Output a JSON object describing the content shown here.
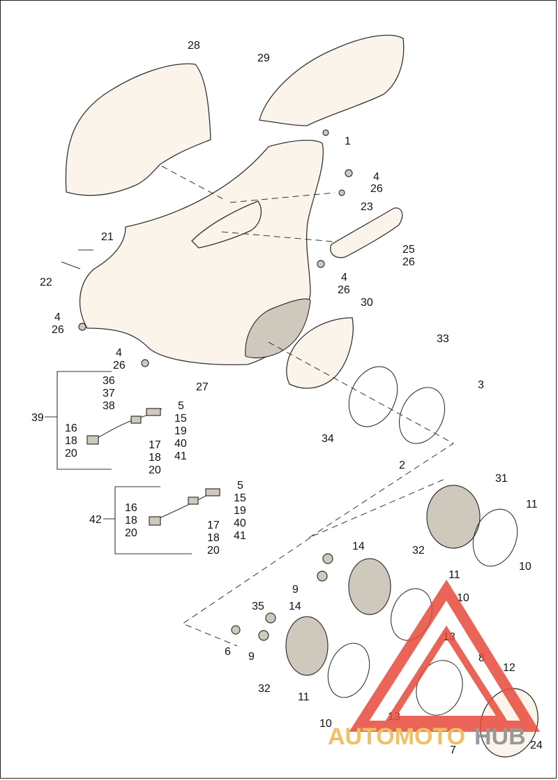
{
  "diagram": {
    "callouts": [
      {
        "id": "c28",
        "text": "28"
      },
      {
        "id": "c29",
        "text": "29"
      },
      {
        "id": "c1",
        "text": "1"
      },
      {
        "id": "c4a",
        "text": "4"
      },
      {
        "id": "c26a",
        "text": "26"
      },
      {
        "id": "c23",
        "text": "23"
      },
      {
        "id": "c21",
        "text": "21"
      },
      {
        "id": "c22",
        "text": "22"
      },
      {
        "id": "c25",
        "text": "25"
      },
      {
        "id": "c26b",
        "text": "26"
      },
      {
        "id": "c4b",
        "text": "4"
      },
      {
        "id": "c26c",
        "text": "26"
      },
      {
        "id": "c30",
        "text": "30"
      },
      {
        "id": "c4c",
        "text": "4"
      },
      {
        "id": "c26d",
        "text": "26"
      },
      {
        "id": "c4d",
        "text": "4"
      },
      {
        "id": "c26e",
        "text": "26"
      },
      {
        "id": "c27",
        "text": "27"
      },
      {
        "id": "c33",
        "text": "33"
      },
      {
        "id": "c3",
        "text": "3"
      },
      {
        "id": "c34",
        "text": "34"
      },
      {
        "id": "c2",
        "text": "2"
      },
      {
        "id": "c36",
        "text": "36"
      },
      {
        "id": "c37",
        "text": "37"
      },
      {
        "id": "c38",
        "text": "38"
      },
      {
        "id": "c39",
        "text": "39"
      },
      {
        "id": "c5a",
        "text": "5"
      },
      {
        "id": "c15a",
        "text": "15"
      },
      {
        "id": "c19a",
        "text": "19"
      },
      {
        "id": "c40a",
        "text": "40"
      },
      {
        "id": "c41a",
        "text": "41"
      },
      {
        "id": "c16a",
        "text": "16"
      },
      {
        "id": "c18a",
        "text": "18"
      },
      {
        "id": "c20a",
        "text": "20"
      },
      {
        "id": "c17a",
        "text": "17"
      },
      {
        "id": "c18b",
        "text": "18"
      },
      {
        "id": "c20b",
        "text": "20"
      },
      {
        "id": "c42",
        "text": "42"
      },
      {
        "id": "c5b",
        "text": "5"
      },
      {
        "id": "c15b",
        "text": "15"
      },
      {
        "id": "c19b",
        "text": "19"
      },
      {
        "id": "c40b",
        "text": "40"
      },
      {
        "id": "c41b",
        "text": "41"
      },
      {
        "id": "c16b",
        "text": "16"
      },
      {
        "id": "c18c",
        "text": "18"
      },
      {
        "id": "c20c",
        "text": "20"
      },
      {
        "id": "c17b",
        "text": "17"
      },
      {
        "id": "c18d",
        "text": "18"
      },
      {
        "id": "c20d",
        "text": "20"
      },
      {
        "id": "c31",
        "text": "31"
      },
      {
        "id": "c11a",
        "text": "11"
      },
      {
        "id": "c10a",
        "text": "10"
      },
      {
        "id": "c14a",
        "text": "14"
      },
      {
        "id": "c32a",
        "text": "32"
      },
      {
        "id": "c9a",
        "text": "9"
      },
      {
        "id": "c11b",
        "text": "11"
      },
      {
        "id": "c10b",
        "text": "10"
      },
      {
        "id": "c35",
        "text": "35"
      },
      {
        "id": "c14b",
        "text": "14"
      },
      {
        "id": "c13a",
        "text": "13"
      },
      {
        "id": "c6",
        "text": "6"
      },
      {
        "id": "c9b",
        "text": "9"
      },
      {
        "id": "c8",
        "text": "8"
      },
      {
        "id": "c12",
        "text": "12"
      },
      {
        "id": "c32b",
        "text": "32"
      },
      {
        "id": "c11c",
        "text": "11"
      },
      {
        "id": "c13b",
        "text": "13"
      },
      {
        "id": "c10c",
        "text": "10"
      },
      {
        "id": "c7",
        "text": "7"
      },
      {
        "id": "c24",
        "text": "24"
      }
    ]
  },
  "watermark": {
    "text_part1": "AUTOMOTO",
    "text_part2": "HUB",
    "color_primary": "#e84a3c",
    "color_secondary": "#f0b44a"
  }
}
